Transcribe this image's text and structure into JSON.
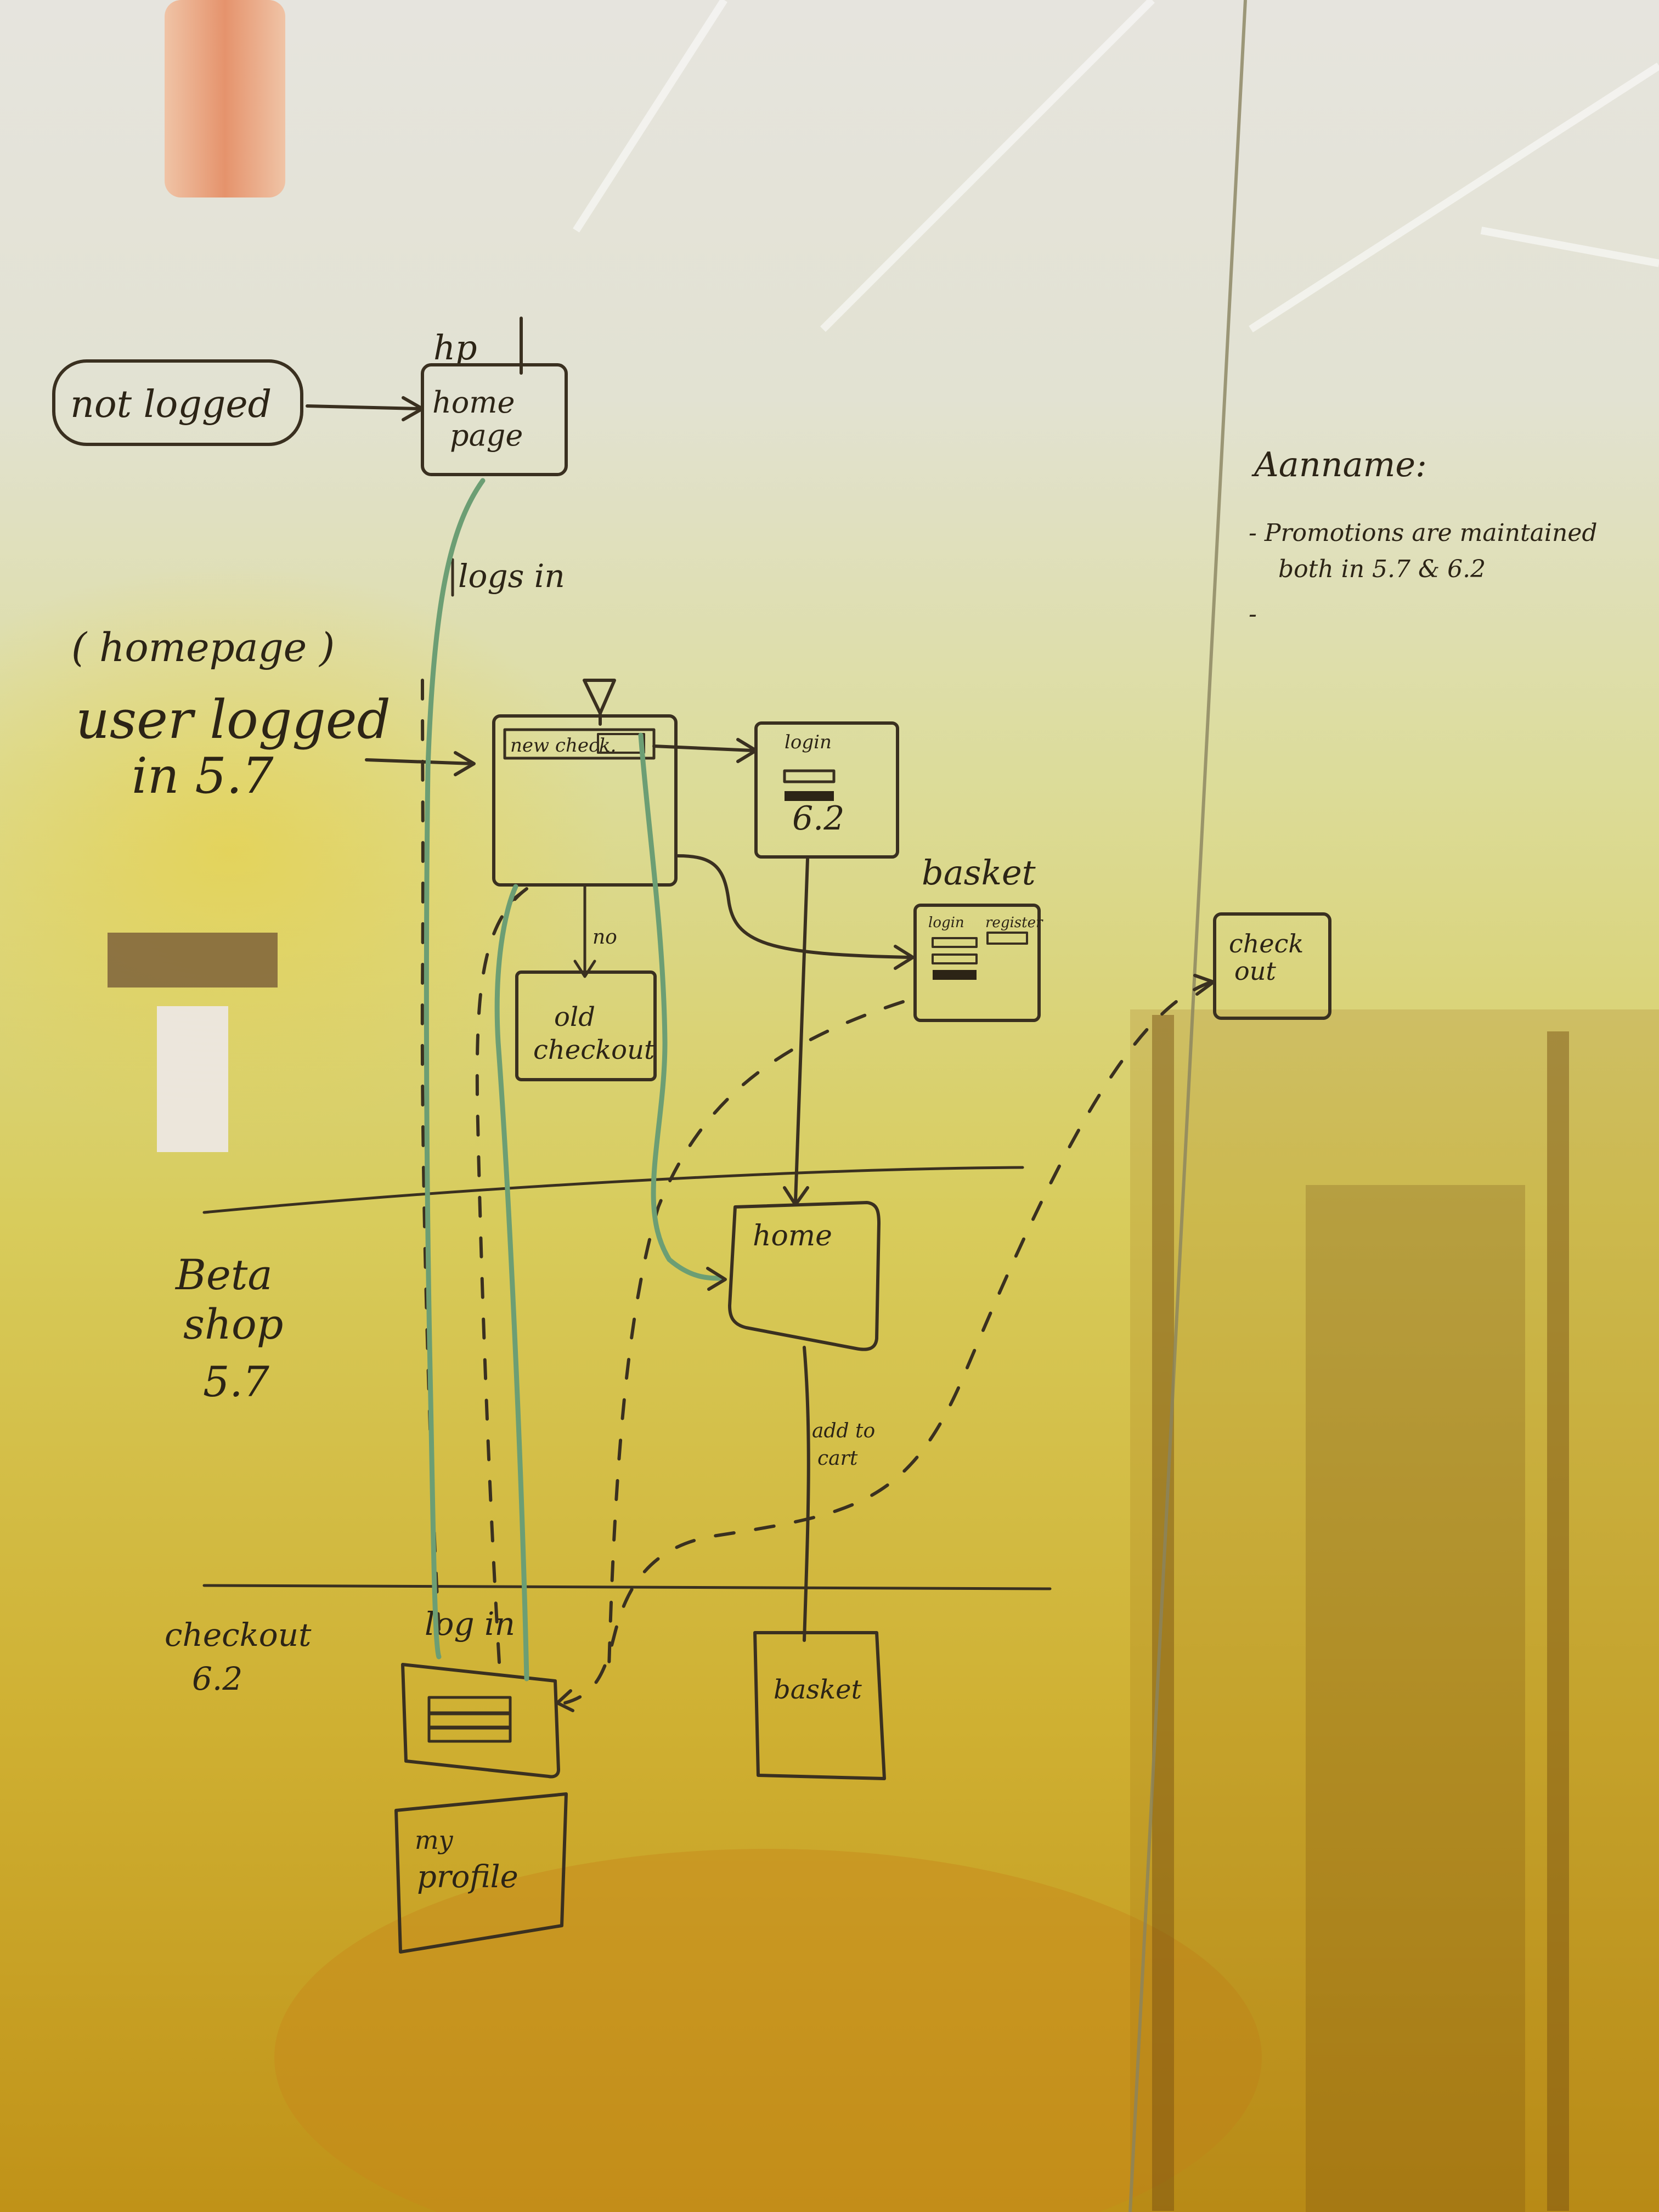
{
  "diagram": {
    "nodes": {
      "not_logged": "not logged",
      "hp_label": "hp",
      "home_page": [
        "home",
        "page"
      ],
      "logs_in": "logs in",
      "homepage_note": "( homepage )",
      "user_logged": "user logged",
      "in_57": "in 5.7",
      "new_check": "new check.",
      "login_box_title": "login",
      "login_box_version": "6.2",
      "basket_label": "basket",
      "basket_login": "login",
      "basket_register": "register",
      "no_label": "no",
      "old_checkout": [
        "old",
        "checkout"
      ],
      "checkout": [
        "check",
        "out"
      ],
      "home": "home",
      "add_to_cart": [
        "add to",
        "cart"
      ],
      "beta_shop": [
        "Beta",
        "shop",
        "5.7"
      ],
      "checkout_62": [
        "checkout",
        "6.2"
      ],
      "log_in": "log in",
      "basket_bottom": "basket",
      "my_profile": [
        "my",
        "profile"
      ]
    },
    "notes": {
      "title": "Aanname:",
      "bullet1_line1": "- Promotions are maintained",
      "bullet1_line2": "both in 5.7 & 6.2",
      "bullet2": "-"
    }
  },
  "colors": {
    "ink": "#3a3020",
    "green_marker": "#6c9e74",
    "glass_top": "#e4e2dc",
    "glass_mid": "#dcd88a",
    "glass_bottom": "#c8a01c",
    "ceiling_light": "#e89a70"
  }
}
